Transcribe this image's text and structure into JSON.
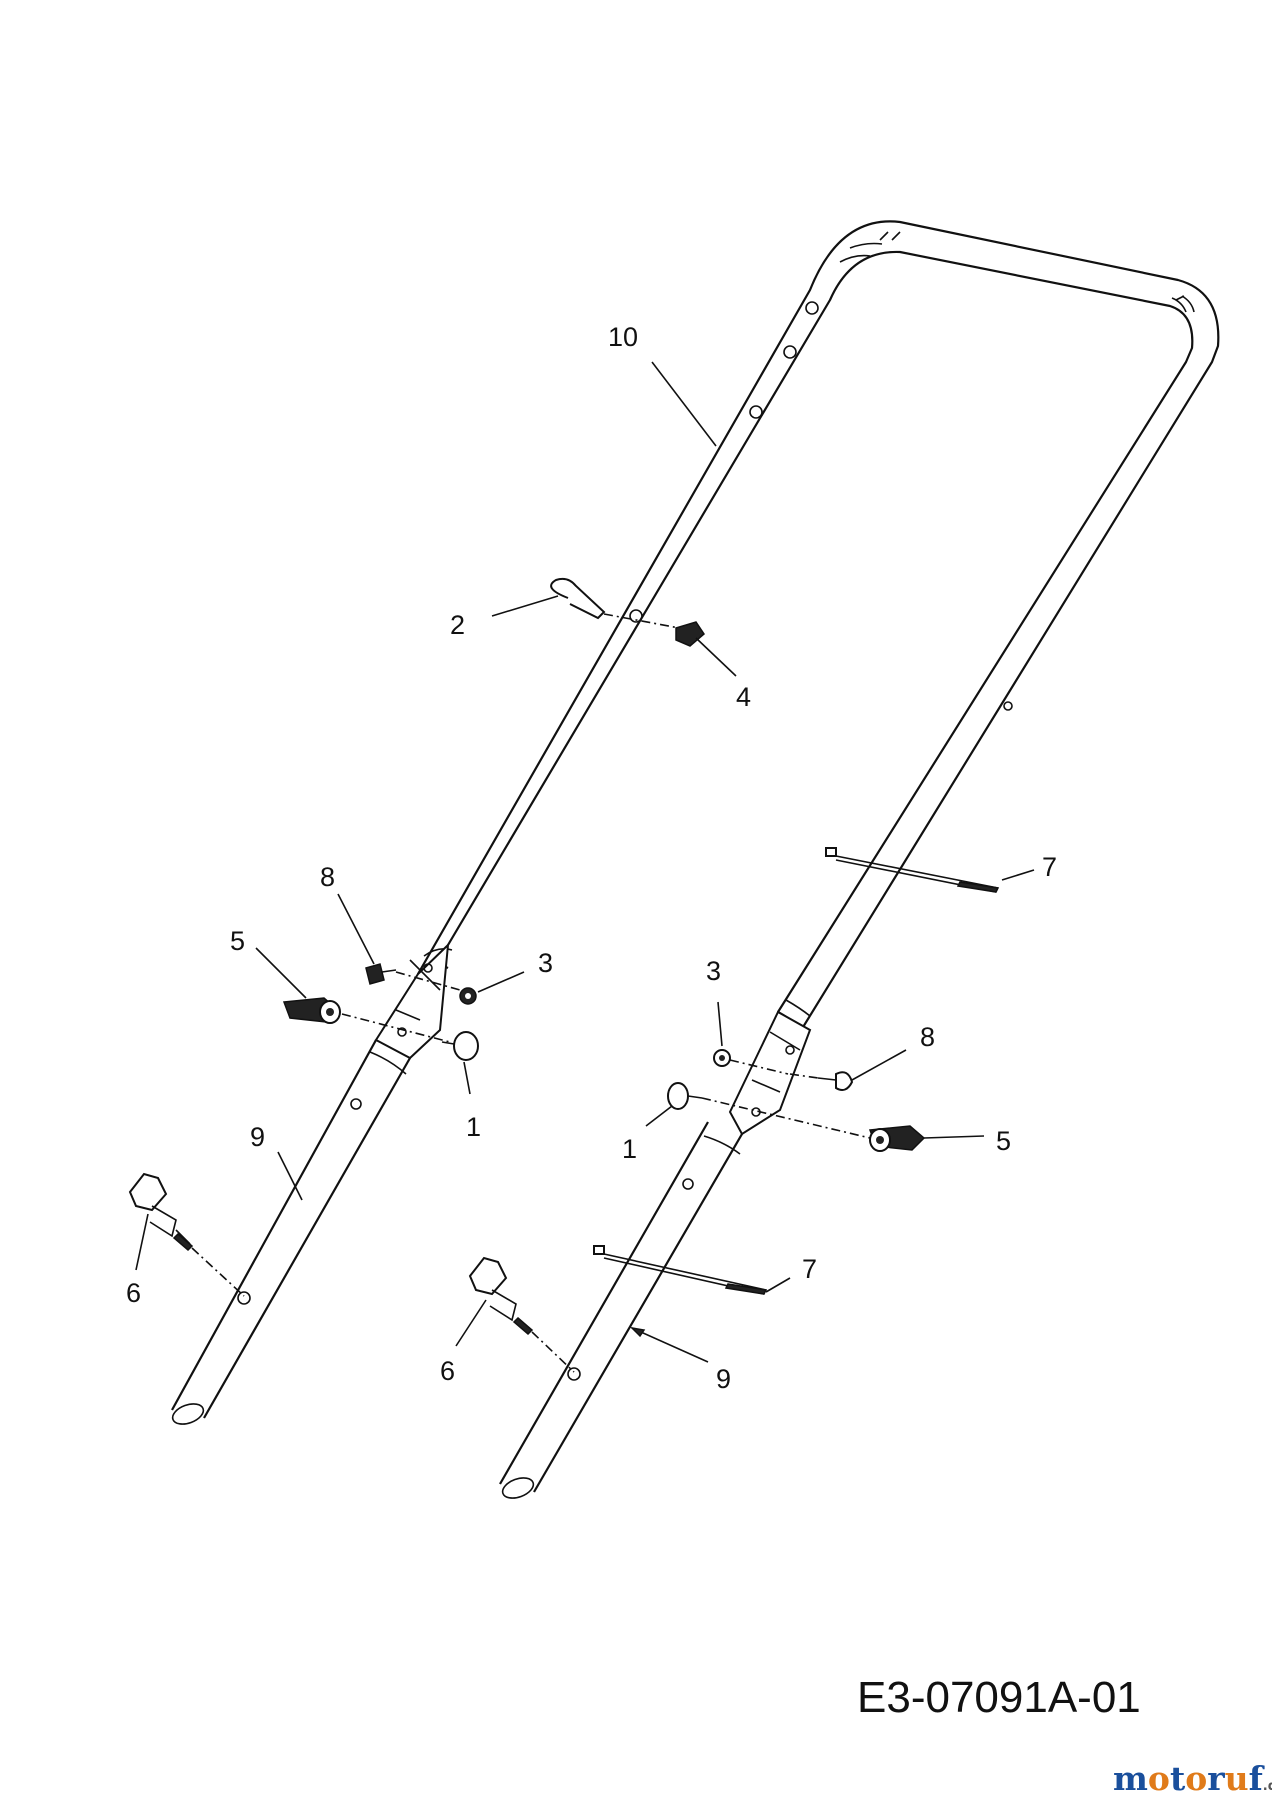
{
  "callouts": {
    "c10": "10",
    "c2": "2",
    "c4": "4",
    "c7a": "7",
    "c8a": "8",
    "c5a": "5",
    "c3a": "3",
    "c3b": "3",
    "c8b": "8",
    "c1a": "1",
    "c1b": "1",
    "c5b": "5",
    "c9a": "9",
    "c6a": "6",
    "c7b": "7",
    "c6b": "6",
    "c9b": "9"
  },
  "diagram_code": "E3-07091A-01",
  "watermark": {
    "name": "motoruf",
    "suffix": ".de",
    "colors": {
      "m": "#1a4f9c",
      "o": "#e07b1a",
      "t": "#1a4f9c",
      "o2": "#e07b1a",
      "r": "#1a4f9c",
      "u": "#e07b1a",
      "f": "#1a4f9c",
      "suffix": "#555555"
    }
  }
}
